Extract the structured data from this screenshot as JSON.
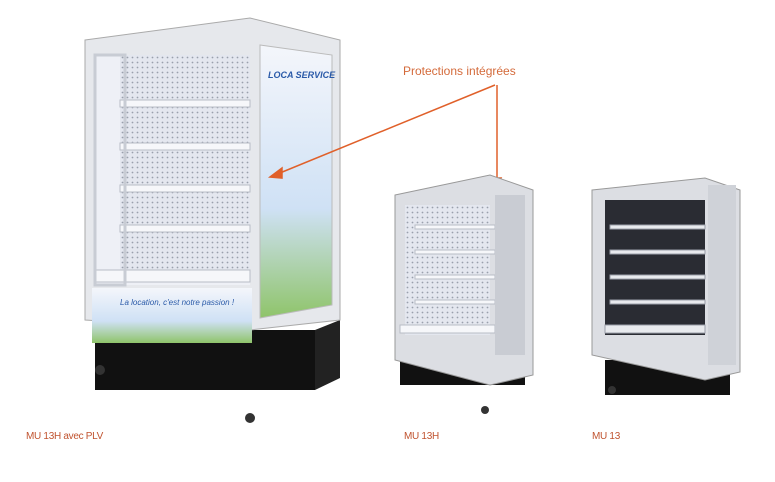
{
  "annotation": {
    "text": "Protections intégrées",
    "color": "#e0602a"
  },
  "products": [
    {
      "label": "MU 13H avec PLV"
    },
    {
      "label": "MU 13H"
    },
    {
      "label": "MU 13"
    }
  ],
  "plv_branding": {
    "logo": "Loca Service",
    "slogan": "La location, c'est notre passion !"
  },
  "colors": {
    "label": "#c0532f",
    "cabinet": "#d9dbe0",
    "base": "#111111"
  }
}
